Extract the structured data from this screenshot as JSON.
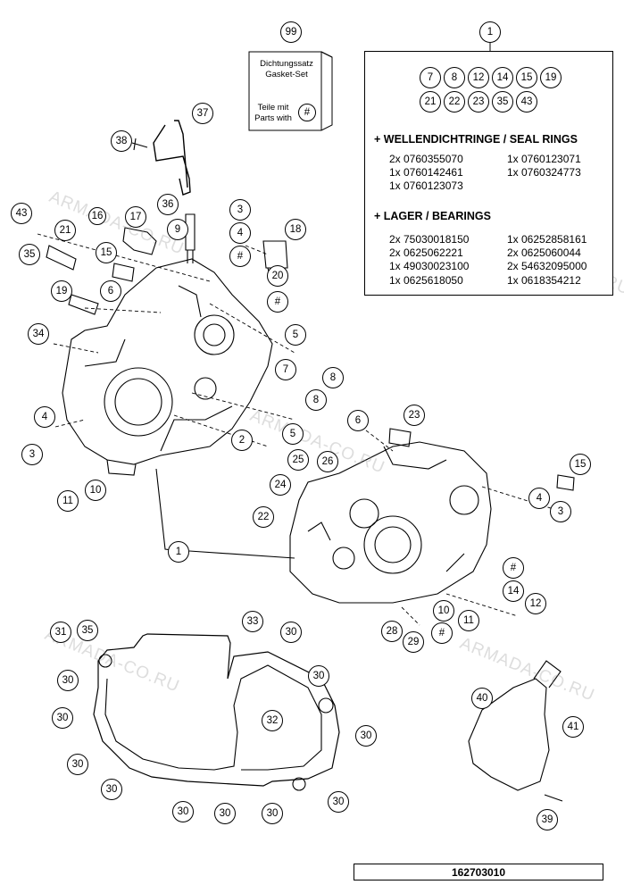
{
  "watermark": "ARMADA-CO.RU",
  "gasket_set": {
    "number": "99",
    "line1": "Dichtungssatz",
    "line2": "Gasket-Set",
    "line3": "Teile mit",
    "line4": "Parts with",
    "symbol": "#"
  },
  "kit": {
    "number": "1",
    "sub_numbers_row1": [
      "7",
      "8",
      "12",
      "14",
      "15",
      "19"
    ],
    "sub_numbers_row2": [
      "21",
      "22",
      "23",
      "35",
      "43"
    ],
    "seal_title": "+ WELLENDICHTRINGE / SEAL RINGS",
    "seal_left": [
      "2x 0760355070",
      "1x 0760142461",
      "1x 0760123073"
    ],
    "seal_right": [
      "1x 0760123071",
      "1x 0760324773"
    ],
    "bearing_title": "+ LAGER / BEARINGS",
    "bearing_left": [
      "2x 75030018150",
      "2x 0625062221",
      "1x 49030023100",
      "1x 0625618050"
    ],
    "bearing_right": [
      "1x 06252858161",
      "2x 0625060044",
      "2x 54632095000",
      "1x 0618354212"
    ]
  },
  "callouts": [
    "37",
    "38",
    "36",
    "9",
    "3",
    "4",
    "#",
    "17",
    "16",
    "43",
    "21",
    "35",
    "15",
    "6",
    "19",
    "18",
    "20",
    "#",
    "34",
    "5",
    "7",
    "8",
    "8",
    "2",
    "5",
    "4",
    "3",
    "11",
    "10",
    "6",
    "23",
    "25",
    "26",
    "24",
    "22",
    "15",
    "4",
    "3",
    "1",
    "#",
    "14",
    "12",
    "10",
    "11",
    "28",
    "29",
    "#",
    "31",
    "35",
    "33",
    "30",
    "30",
    "30",
    "30",
    "32",
    "30",
    "30",
    "30",
    "30",
    "30",
    "30",
    "30",
    "40",
    "41",
    "39"
  ],
  "drawing_code": "162703010"
}
